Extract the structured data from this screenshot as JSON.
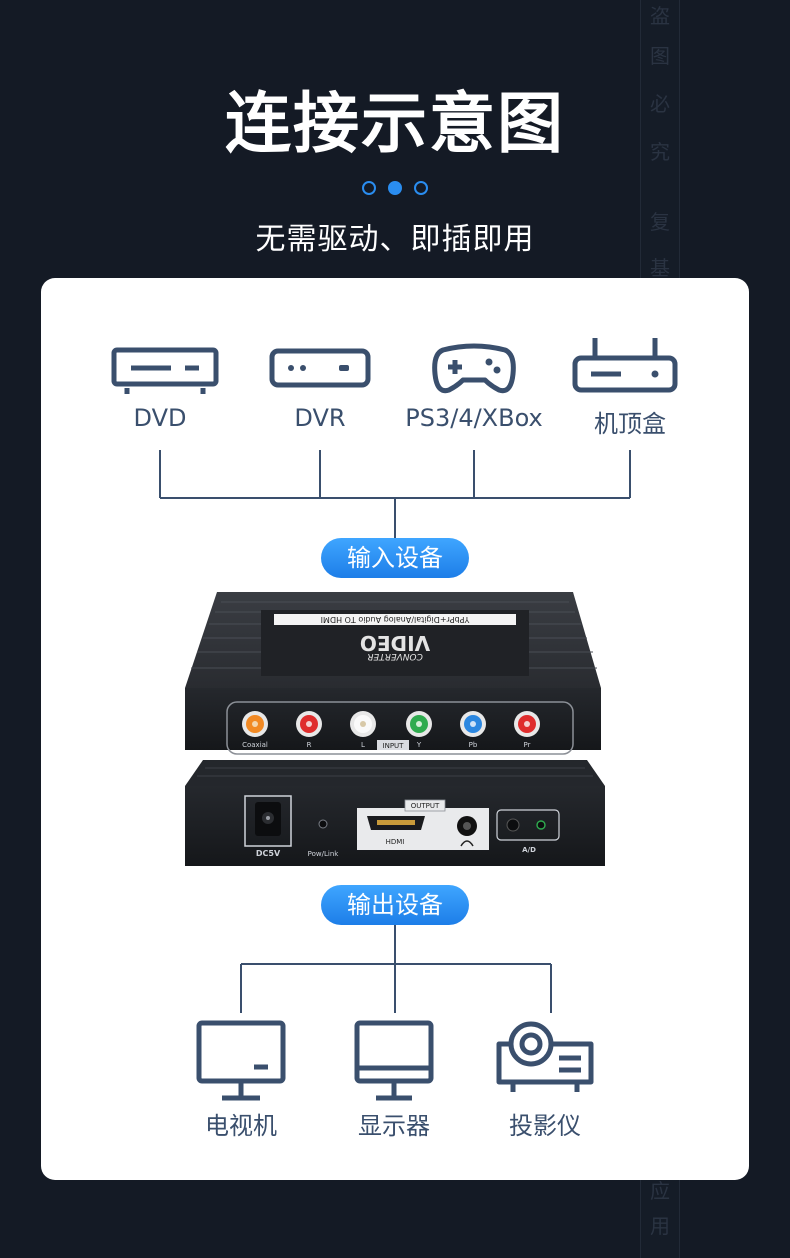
{
  "header": {
    "title": "连接示意图",
    "subtitle": "无需驱动、即插即用"
  },
  "side_text": {
    "chars": [
      "盗",
      "图",
      "必",
      "究",
      "",
      "复",
      "基",
      "",
      "",
      "",
      "",
      "",
      "",
      "",
      "",
      "",
      "",
      "",
      "",
      "",
      "",
      "",
      "",
      "",
      "应",
      "用"
    ]
  },
  "input_devices": [
    {
      "label": "DVD",
      "icon": "dvd-player-icon"
    },
    {
      "label": "DVR",
      "icon": "dvr-icon"
    },
    {
      "label": "PS3/4/XBox",
      "icon": "gamepad-icon"
    },
    {
      "label": "机顶盒",
      "icon": "set-top-box-icon"
    }
  ],
  "input_pill": "输入设备",
  "output_pill": "输出设备",
  "output_devices": [
    {
      "label": "电视机",
      "icon": "tv-icon"
    },
    {
      "label": "显示器",
      "icon": "monitor-icon"
    },
    {
      "label": "投影仪",
      "icon": "projector-icon"
    }
  ],
  "converter": {
    "top_text": "YPbPr+Digital/Analog Audio TO HDMI",
    "logo_main": "VIDEO",
    "logo_sub": "CONVERTER",
    "front_ports": [
      "Coaxial",
      "R",
      "L",
      "INPUT",
      "Y",
      "Pb",
      "Pr"
    ],
    "back_labels": [
      "DC5V",
      "Pow/Link",
      "OUTPUT",
      "HDMI",
      "A/D"
    ]
  },
  "colors": {
    "background": "#141a25",
    "accent": "#2a8df0",
    "icon_color": "#3a4f6d"
  }
}
